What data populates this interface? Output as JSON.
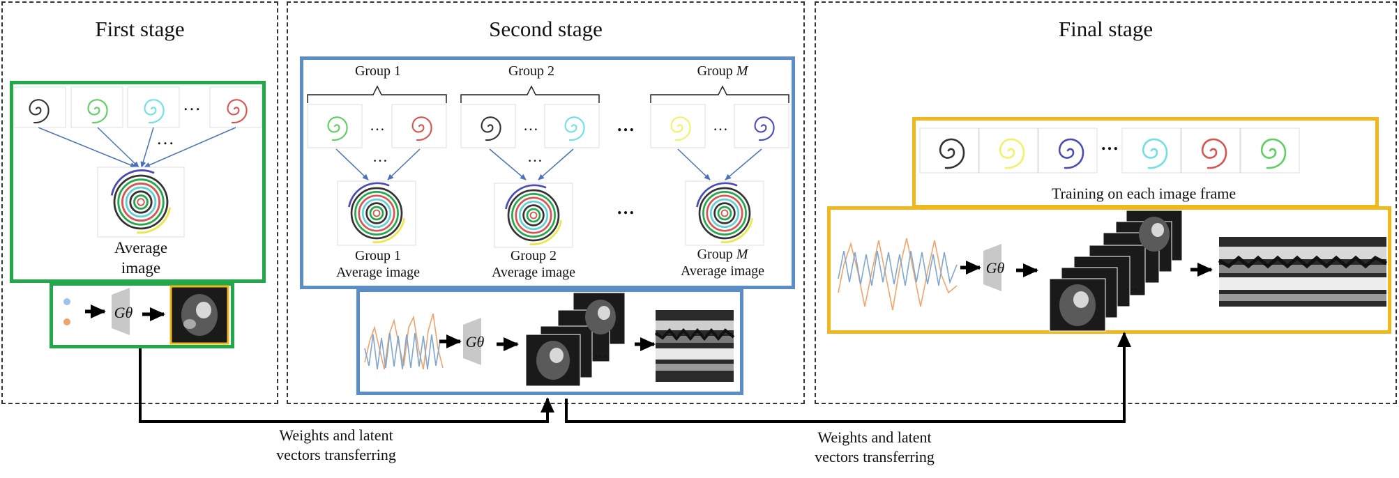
{
  "stages": {
    "first": "First stage",
    "second": "Second stage",
    "final": "Final stage"
  },
  "first_stage": {
    "avg_line1": "Average",
    "avg_line2": "image"
  },
  "second_stage": {
    "group1": "Group 1",
    "group2": "Group 2",
    "groupM": "Group ",
    "groupM_var": "M",
    "avg1_line1": "Group 1",
    "avg2_line1": "Group 2",
    "avgM_line1": "Group ",
    "avgM_var": "M",
    "avg_line2": "Average image"
  },
  "final_stage": {
    "caption": "Training on each image frame"
  },
  "transfer": {
    "line1": "Weights and latent",
    "line2": "vectors transferring"
  },
  "generator_label": "Gθ",
  "ellipsis": "…",
  "colors": {
    "green": "#22a84a",
    "blue": "#5b8ec8",
    "yellow": "#f1b81d",
    "curve_blue": "#7fa6cf",
    "curve_orange": "#f0a36b"
  }
}
